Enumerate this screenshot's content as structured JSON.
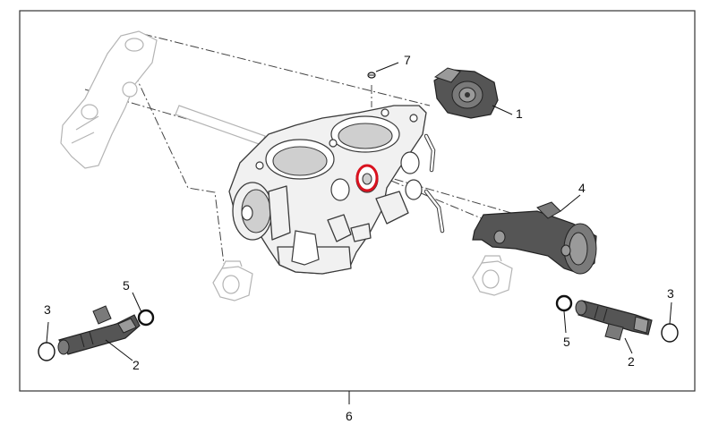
{
  "diagram": {
    "callouts": {
      "c1": "1",
      "c2_left": "2",
      "c2_right": "2",
      "c3_left": "3",
      "c3_right": "3",
      "c4": "4",
      "c5_left": "5",
      "c5_right": "5",
      "c6": "6",
      "c7": "7"
    },
    "highlight_color": "#d9121f",
    "frame_color": "#333333"
  }
}
